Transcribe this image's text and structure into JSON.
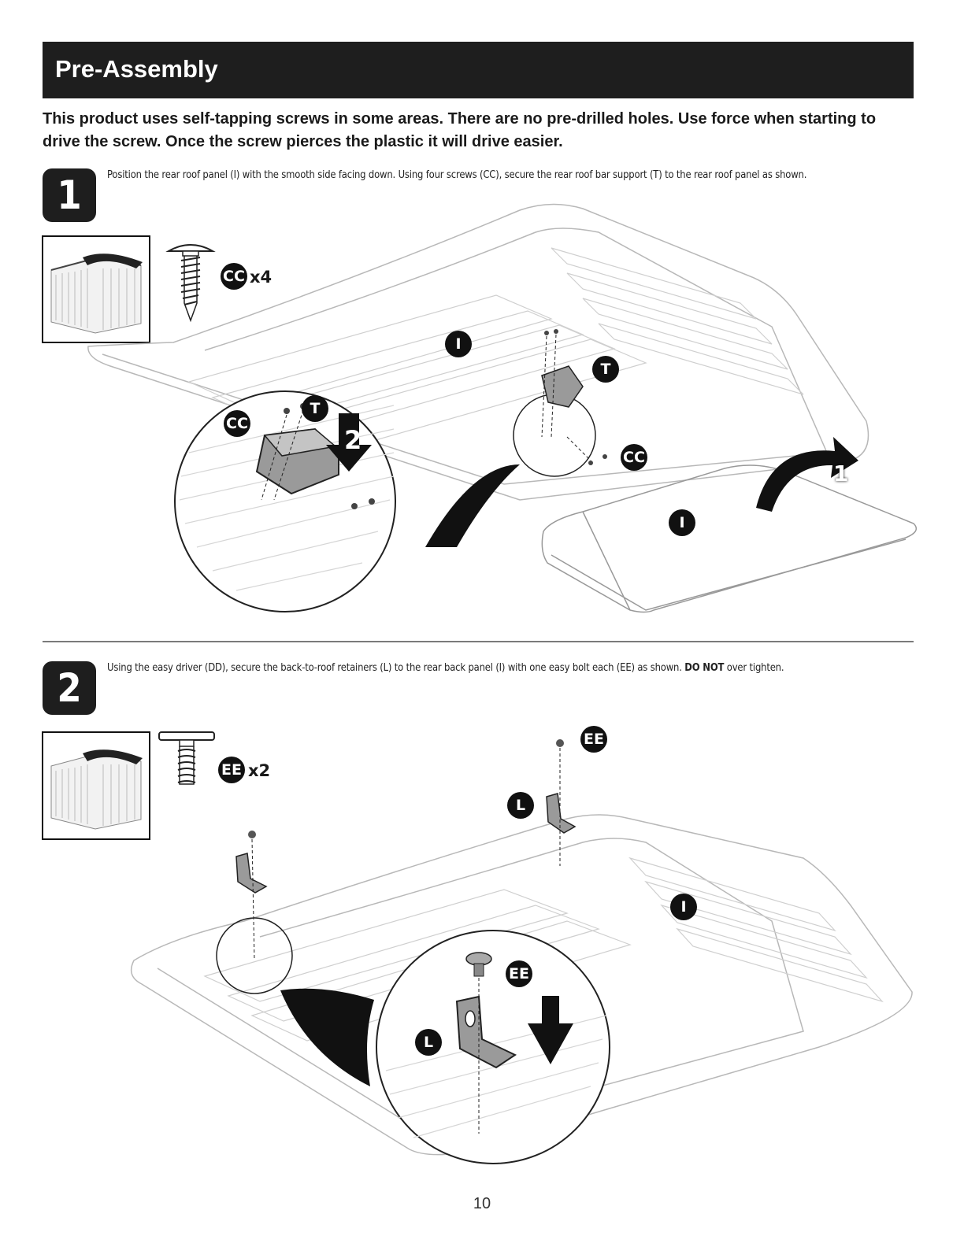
{
  "header": {
    "title": "Pre-Assembly"
  },
  "intro": "This product uses self-tapping screws in some areas. There are no pre-drilled holes. Use force when starting to drive the screw. Once the screw pierces the plastic it will drive easier.",
  "step1": {
    "number": "1",
    "instruction": "Position the rear roof panel (I) with the smooth side facing down. Using four screws (CC), secure the rear roof bar support (T) to the rear roof panel as shown.",
    "part_label": "CC",
    "part_qty": "x4",
    "callouts": {
      "panel": "I",
      "support": "T",
      "screw": "CC",
      "flip": "1",
      "down": "2"
    }
  },
  "step2": {
    "number": "2",
    "instruction_pre": "Using the easy driver (DD), secure the back-to-roof retainers (L) to the rear back panel (I) with one easy bolt each (EE) as shown. ",
    "instruction_bold": "DO NOT",
    "instruction_post": " over tighten.",
    "part_label": "EE",
    "part_qty": "x2",
    "callouts": {
      "panel": "I",
      "retainer": "L",
      "bolt": "EE"
    }
  },
  "page_number": "10"
}
